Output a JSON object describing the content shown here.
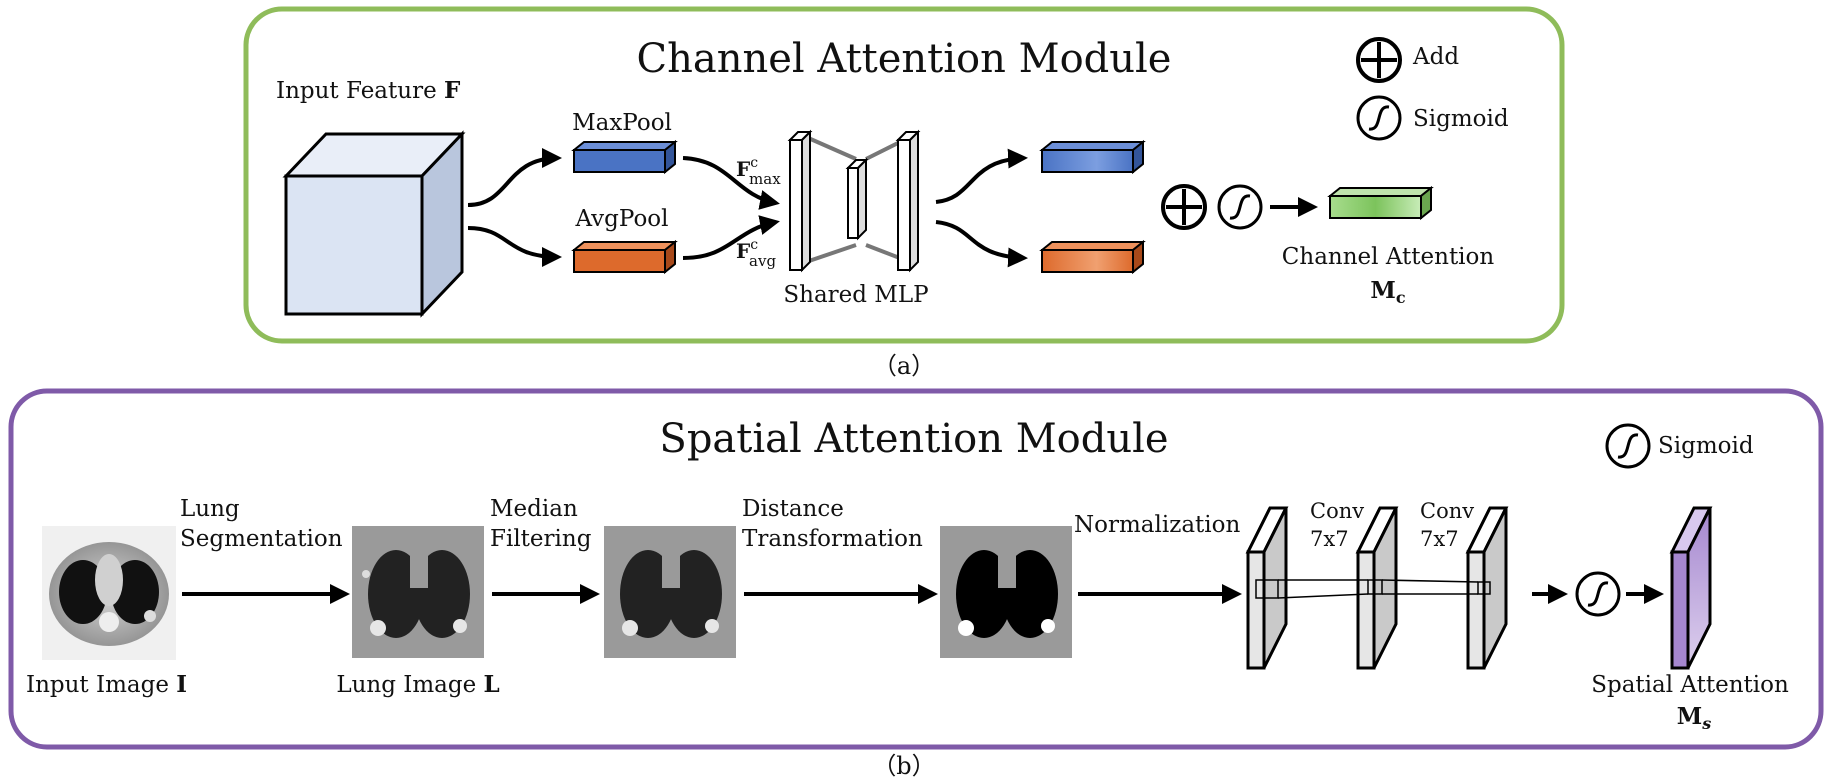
{
  "panel_a": {
    "title": "Channel Attention Module",
    "input_label": "Input Feature ",
    "input_symbol": "F",
    "maxpool": "MaxPool",
    "avgpool": "AvgPool",
    "f_max_base": "F",
    "f_max_sup": "c",
    "f_max_sub": "max",
    "f_avg_base": "F",
    "f_avg_sup": "c",
    "f_avg_sub": "avg",
    "shared_mlp": "Shared MLP",
    "output_label": "Channel Attention",
    "output_symbol": "M",
    "output_sub": "c",
    "legend": {
      "add": "Add",
      "sigmoid": "Sigmoid"
    },
    "caption": "（a）"
  },
  "panel_b": {
    "title": "Spatial Attention Module",
    "legend_sigmoid": "Sigmoid",
    "input_label": "Input Image ",
    "input_symbol": "I",
    "step1_line1": "Lung",
    "step1_line2": "Segmentation",
    "lung_label": "Lung Image ",
    "lung_symbol": "L",
    "step2_line1": "Median",
    "step2_line2": "Filtering",
    "step3_line1": "Distance",
    "step3_line2": "Transformation",
    "step4": "Normalization",
    "conv1_line1": "Conv",
    "conv1_line2": "7x7",
    "conv2_line1": "Conv",
    "conv2_line2": "7x7",
    "output_label": "Spatial Attention",
    "output_symbol": "M",
    "output_sub": "s",
    "caption": "（b）"
  },
  "colors": {
    "panel_a_border": "#8fbc5a",
    "panel_b_border": "#7f5aa8",
    "cube_front": "#dbe4f3",
    "cube_side": "#b9c6dd",
    "maxpool_bar": "#4a73c4",
    "avgpool_bar": "#dd6a2c",
    "channel_attention_bar": "#8ccd6f",
    "spatial_attention_map": "#b99bd9",
    "ct_scan_bg": "#f2f2f2",
    "lung_bg": "#9a9a9a"
  }
}
